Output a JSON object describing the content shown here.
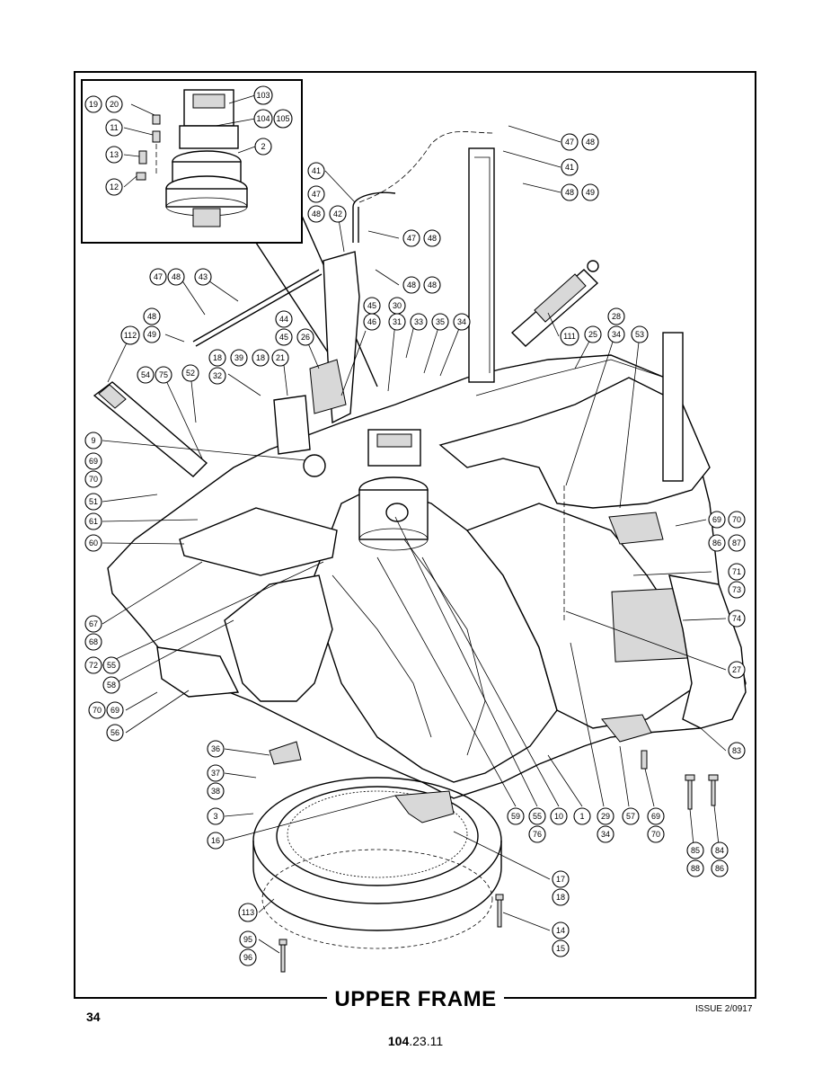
{
  "title": "UPPER FRAME",
  "page_number": "34",
  "issue": "ISSUE 2/0917",
  "doc_ref_bold": "104",
  "doc_ref_rest": ".23.11",
  "callouts": {
    "c19": "19",
    "c20": "20",
    "c11": "11",
    "c13": "13",
    "c12": "12",
    "c103": "103",
    "c104": "104",
    "c105": "105",
    "c2": "2",
    "c47a": "47",
    "c48a": "48",
    "c41a": "41",
    "c48b": "48",
    "c49a": "49",
    "c41b": "41",
    "c47b": "47",
    "c48c": "48",
    "c42": "42",
    "c47c": "47",
    "c48d": "48",
    "c48e": "48",
    "c48f": "48",
    "c47d": "47",
    "c48g": "48",
    "c43": "43",
    "c48h": "48",
    "c49b": "49",
    "c112": "112",
    "c44": "44",
    "c45a": "45",
    "c26": "26",
    "c45b": "45",
    "c46": "46",
    "c30": "30",
    "c31": "31",
    "c33": "33",
    "c35": "35",
    "c34a": "34",
    "c28": "28",
    "c34b": "34",
    "c111": "111",
    "c25": "25",
    "c53": "53",
    "c18a": "18",
    "c39": "39",
    "c18b": "18",
    "c21": "21",
    "c32": "32",
    "c54": "54",
    "c75": "75",
    "c52": "52",
    "c9": "9",
    "c69a": "69",
    "c70a": "70",
    "c51": "51",
    "c61": "61",
    "c60": "60",
    "c69b": "69",
    "c70b": "70",
    "c86a": "86",
    "c87": "87",
    "c71": "71",
    "c73": "73",
    "c74": "74",
    "c27": "27",
    "c67": "67",
    "c68": "68",
    "c72": "72",
    "c55a": "55",
    "c58": "58",
    "c70c": "70",
    "c69c": "69",
    "c56": "56",
    "c83": "83",
    "c36": "36",
    "c37": "37",
    "c38": "38",
    "c3": "3",
    "c16": "16",
    "c59": "59",
    "c55b": "55",
    "c76": "76",
    "c10": "10",
    "c1": "1",
    "c29": "29",
    "c34c": "34",
    "c57": "57",
    "c69d": "69",
    "c70d": "70",
    "c85": "85",
    "c88": "88",
    "c84": "84",
    "c86b": "86",
    "c17": "17",
    "c18c": "18",
    "c113": "113",
    "c14": "14",
    "c15": "15",
    "c95": "95",
    "c96": "96"
  }
}
